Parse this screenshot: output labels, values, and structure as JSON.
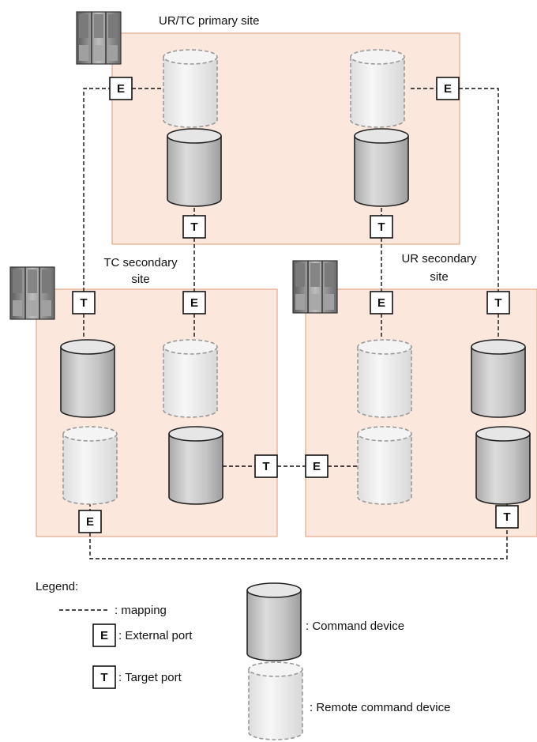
{
  "sites": {
    "primary": {
      "title": "UR/TC primary site"
    },
    "tc_secondary": {
      "title_line1": "TC secondary",
      "title_line2": "site"
    },
    "ur_secondary": {
      "title_line1": "UR secondary",
      "title_line2": "site"
    }
  },
  "ports": {
    "external": "E",
    "target": "T"
  },
  "legend": {
    "title": "Legend:",
    "mapping": ": mapping",
    "external_port": ": External port",
    "target_port": ": Target port",
    "command_device": ": Command device",
    "remote_command_device": ": Remote command device"
  },
  "colors": {
    "site_fill": "#fbe7dc",
    "site_border": "#e2a98a",
    "command_device": "#c9c9c9",
    "remote_command_device": "#ececec"
  },
  "icons": [
    "storage-system-icon",
    "command-device-icon",
    "remote-command-device-icon"
  ]
}
